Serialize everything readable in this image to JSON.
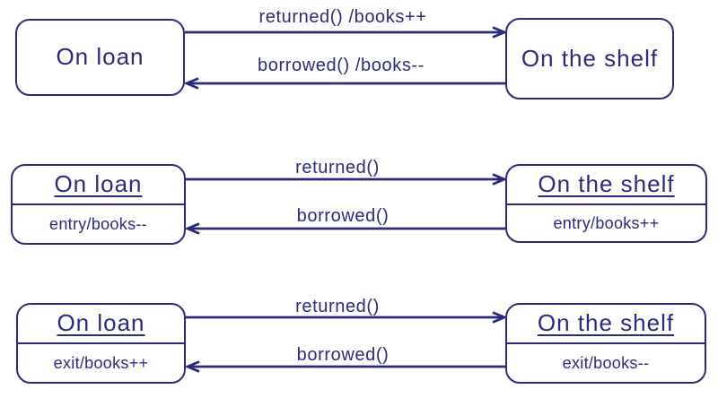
{
  "colors": {
    "ink": "#2d2a7d",
    "background": "#ffffff"
  },
  "diagrams": [
    {
      "id": "actions-on-transitions",
      "left_state": {
        "title": "On loan"
      },
      "right_state": {
        "title": "On the shelf"
      },
      "transitions": [
        {
          "label": "returned() /books++",
          "direction": "left-to-right"
        },
        {
          "label": "borrowed() /books--",
          "direction": "right-to-left"
        }
      ]
    },
    {
      "id": "entry-actions",
      "left_state": {
        "title": "On loan",
        "action": "entry/books--"
      },
      "right_state": {
        "title": "On the shelf",
        "action": "entry/books++"
      },
      "transitions": [
        {
          "label": "returned()",
          "direction": "left-to-right"
        },
        {
          "label": "borrowed()",
          "direction": "right-to-left"
        }
      ]
    },
    {
      "id": "exit-actions",
      "left_state": {
        "title": "On loan",
        "action": "exit/books++"
      },
      "right_state": {
        "title": "On the shelf",
        "action": "exit/books--"
      },
      "transitions": [
        {
          "label": "returned()",
          "direction": "left-to-right"
        },
        {
          "label": "borrowed()",
          "direction": "right-to-left"
        }
      ]
    }
  ]
}
